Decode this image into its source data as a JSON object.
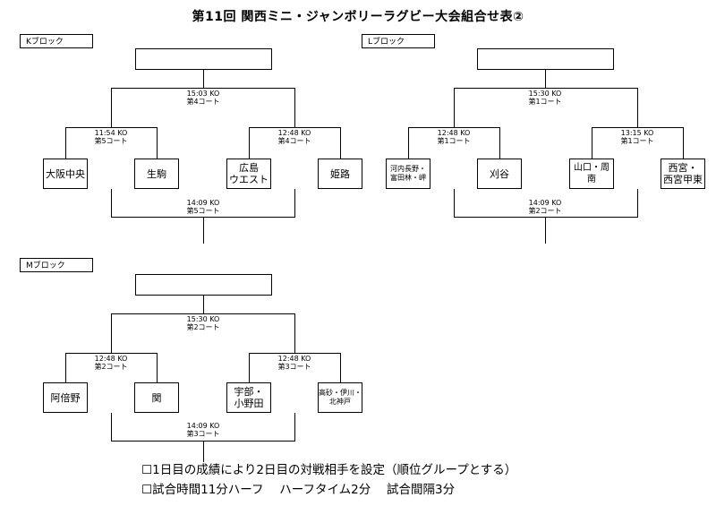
{
  "title": "第11回 関西ミニ・ジャンボリーラグビー大会組合せ表②",
  "blocks": {
    "K": {
      "label": "Kブロック",
      "final": {
        "time": "15:03 KO",
        "court": "第4コート"
      },
      "semi_left": {
        "time": "11:54 KO",
        "court": "第5コート"
      },
      "semi_right": {
        "time": "12:48 KO",
        "court": "第4コート"
      },
      "bottom": {
        "time": "14:09 KO",
        "court": "第5コート"
      },
      "teams": [
        "大阪中央",
        "生駒",
        "広島\nウエスト",
        "姫路"
      ]
    },
    "L": {
      "label": "Lブロック",
      "final": {
        "time": "15:30 KO",
        "court": "第1コート"
      },
      "semi_left": {
        "time": "12:48 KO",
        "court": "第1コート"
      },
      "semi_right": {
        "time": "13:15 KO",
        "court": "第1コート"
      },
      "bottom": {
        "time": "14:09 KO",
        "court": "第2コート"
      },
      "teams": [
        "河内長野・\n富田林・岬",
        "刈谷",
        "山口・周南",
        "西宮・\n西宮甲東"
      ]
    },
    "M": {
      "label": "Mブロック",
      "final": {
        "time": "15:30 KO",
        "court": "第2コート"
      },
      "semi_left": {
        "time": "12:48 KO",
        "court": "第2コート"
      },
      "semi_right": {
        "time": "12:48 KO",
        "court": "第3コート"
      },
      "bottom": {
        "time": "14:09 KO",
        "court": "第3コート"
      },
      "teams": [
        "阿倍野",
        "関",
        "宇部・\n小野田",
        "高砂・伊川・\n北神戸"
      ]
    }
  },
  "notes": [
    "☐1日目の成績により2日目の対戦相手を設定（順位グループとする）",
    "☐試合時間11分ハーフ　 ハーフタイム2分　 試合間隔3分"
  ]
}
